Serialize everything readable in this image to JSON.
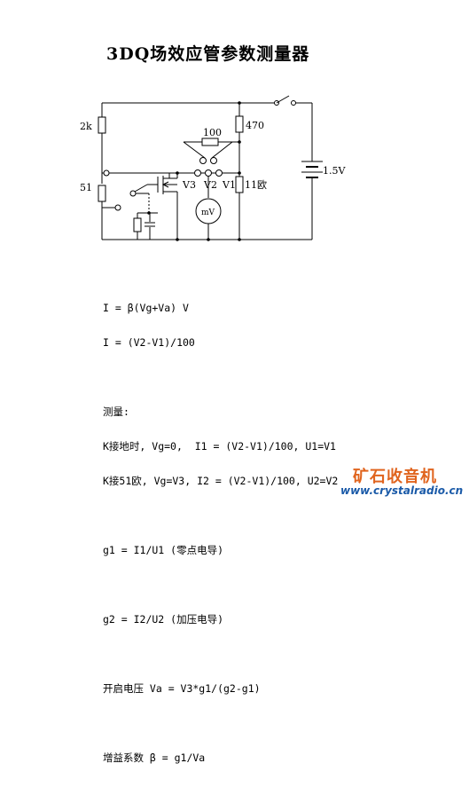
{
  "title": "3DQ场效应管参数测量器",
  "diagram": {
    "labels": {
      "r_top_left": "2k",
      "r_mid_left": "51",
      "r_top_right": "470",
      "r_bridge": "100",
      "r_right": "11欧",
      "battery": "1.5V",
      "meter": "mV",
      "tp_v3": "V3",
      "tp_v2": "V2",
      "tp_v1": "V1"
    }
  },
  "formulas": {
    "f1": "I = β(Vg+Va) V",
    "f2": "I = (V2-V1)/100",
    "measure_heading": "测量:",
    "m1": "K接地时, Vg=0,  I1 = (V2-V1)/100, U1=V1",
    "m2": "K接51欧, Vg=V3, I2 = (V2-V1)/100, U2=V2",
    "g1": "g1 = I1/U1 (零点电导)",
    "g2": "g2 = I2/U2 (加压电导)",
    "va": "开启电压 Va = V3*g1/(g2-g1)",
    "beta": "增益系数 β = g1/Va"
  },
  "watermark": {
    "name": "矿石收音机",
    "url": "www.crystalradio.cn"
  },
  "colors": {
    "ink": "#000000",
    "watermark_orange": "#e0641e",
    "watermark_blue": "#1a5aa8"
  }
}
